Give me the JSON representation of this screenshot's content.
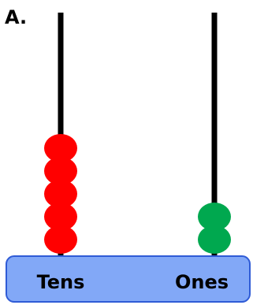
{
  "question_label": "A.",
  "base": {
    "fill_color": "#82a8f7",
    "stroke_color": "#2f5bd6"
  },
  "rod_color": "#000000",
  "rods": [
    {
      "label": "Tens",
      "bead_count": 5,
      "bead_color": "#ff0000"
    },
    {
      "label": "Ones",
      "bead_count": 2,
      "bead_color": "#00a84f"
    }
  ]
}
